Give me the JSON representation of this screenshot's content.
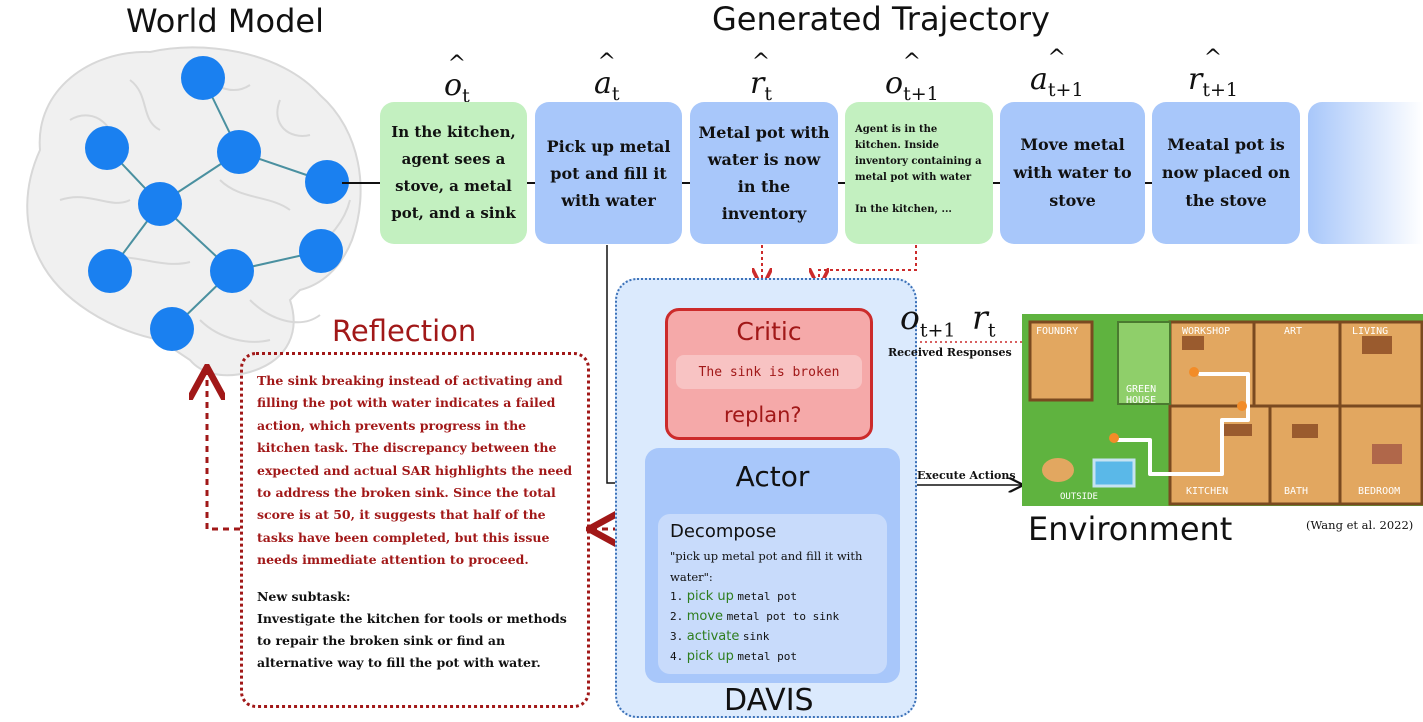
{
  "headings": {
    "world_model": "World Model",
    "generated_trajectory": "Generated Trajectory",
    "reflection": "Reflection",
    "environment": "Environment",
    "davis": "DAVIS"
  },
  "trajectory": {
    "labels": [
      {
        "base": "o",
        "sub": "t"
      },
      {
        "base": "a",
        "sub": "t"
      },
      {
        "base": "r",
        "sub": "t"
      },
      {
        "base": "o",
        "sub": "t+1"
      },
      {
        "base": "a",
        "sub": "t+1"
      },
      {
        "base": "r",
        "sub": "t+1"
      }
    ],
    "hat": "^",
    "boxes": [
      "In the kitchen, agent sees a stove, a metal pot, and a sink",
      "Pick up metal pot and fill it with water",
      "Metal pot with water is now in the inventory",
      "Agent is in the kitchen. Inside inventory containing a metal pot with water",
      "Move metal with water to stove",
      "Meatal pot is now placed on the stove"
    ],
    "box4_extra": "In the kitchen, ..."
  },
  "critic": {
    "title": "Critic",
    "message": "The sink is broken",
    "replan": "replan?"
  },
  "actor": {
    "title": "Actor",
    "decompose_title": "Decompose",
    "task": "\"pick up metal pot and fill it with water\":",
    "steps": [
      {
        "num": "1.",
        "verb": "pick up",
        "rest": "metal pot"
      },
      {
        "num": "2.",
        "verb": "move",
        "rest": "metal pot to sink"
      },
      {
        "num": "3.",
        "verb": "activate",
        "rest": "sink"
      },
      {
        "num": "4.",
        "verb": "pick up",
        "rest": "metal pot"
      }
    ]
  },
  "responses": {
    "o_base": "o",
    "o_sub": "t+1",
    "r_base": "r",
    "r_sub": "t",
    "received": "Received Responses",
    "execute": "Execute Actions"
  },
  "reflection_box": {
    "text": "The sink breaking instead of activating and filling the pot with water indicates a failed action, which prevents progress in the kitchen task. The discrepancy between the expected and actual SAR highlights the need to address the broken sink. Since the total score is at 50, it suggests that half of the tasks have been completed, but this issue needs immediate attention to proceed.",
    "subtask_label": "New subtask:",
    "subtask": "Investigate the kitchen for tools or methods to repair the broken sink or find an alternative way to fill the pot with water."
  },
  "map": {
    "rooms": [
      "FOUNDRY",
      "WORKSHOP",
      "ART",
      "LIVING",
      "GREEN HOUSE",
      "KITCHEN",
      "BATH",
      "BEDROOM",
      "OUTSIDE"
    ]
  },
  "citation": "(Wang et al. 2022)",
  "colors": {
    "green_box": "#c3f0c0",
    "blue_box": "#a8c7fa",
    "critic_fill": "#f5a9a9",
    "critic_border": "#cc2b2b",
    "reflection_red": "#a11818",
    "davis_bg": "#dbeafd",
    "actor_fill": "#a8c7fa",
    "decompose_fill": "#c8dbfb",
    "verb_green": "#2e7d1e",
    "map_grass": "#5fb33f",
    "map_floor": "#e2a760"
  }
}
